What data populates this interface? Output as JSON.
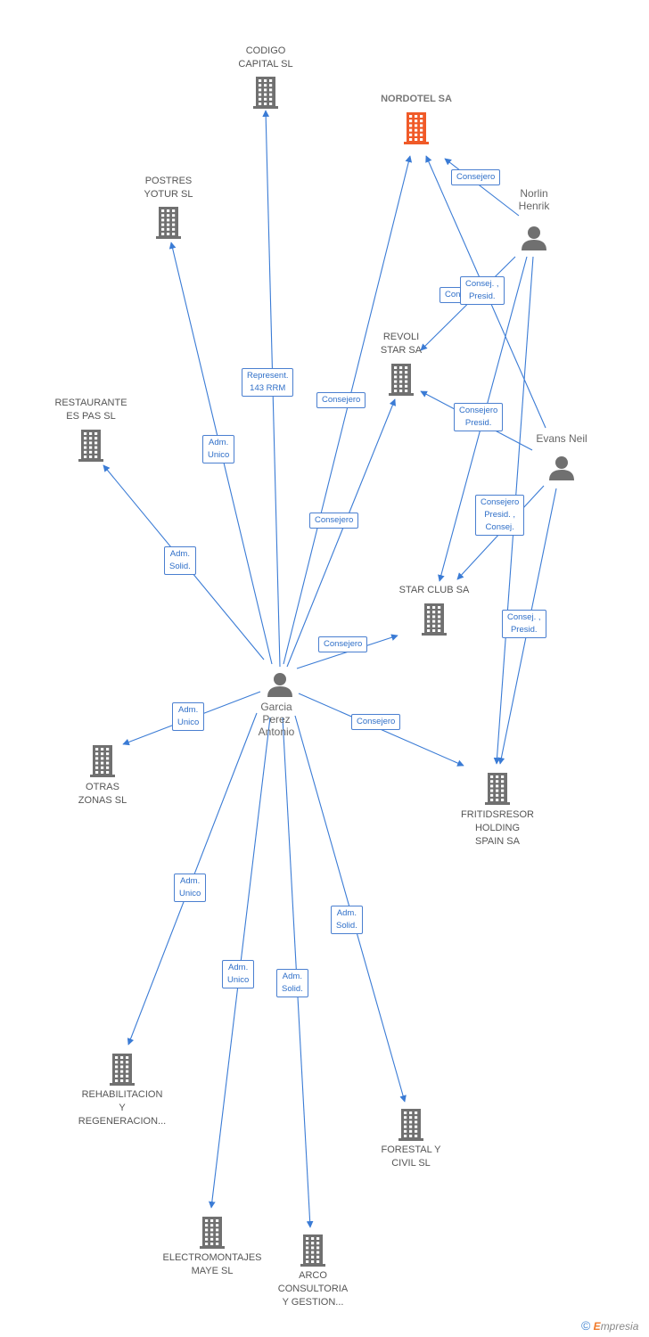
{
  "colors": {
    "edge": "#3a7bd5",
    "building": "#707070",
    "main_building": "#f05a28",
    "person": "#707070"
  },
  "nodes": {
    "codigo": {
      "type": "company",
      "label_lines": [
        "CODIGO",
        "CAPITAL SL"
      ]
    },
    "nordotel": {
      "type": "company",
      "main": true,
      "label_lines": [
        "NORDOTEL SA"
      ]
    },
    "postres": {
      "type": "company",
      "label_lines": [
        "POSTRES",
        "YOTUR SL"
      ]
    },
    "norlin": {
      "type": "person",
      "label_lines": [
        "Norlin",
        "Henrik"
      ]
    },
    "revoli": {
      "type": "company",
      "label_lines": [
        "REVOLI",
        "STAR SA"
      ]
    },
    "restaurante": {
      "type": "company",
      "label_lines": [
        "RESTAURANTE",
        "ES PAS SL"
      ]
    },
    "evans": {
      "type": "person",
      "label_lines": [
        "Evans Neil"
      ]
    },
    "starclub": {
      "type": "company",
      "label_lines": [
        "STAR CLUB SA"
      ]
    },
    "garcia": {
      "type": "person",
      "label_lines": [
        "Garcia",
        "Perez",
        "Antonio"
      ]
    },
    "otras": {
      "type": "company",
      "label_lines": [
        "OTRAS",
        "ZONAS SL"
      ]
    },
    "fritids": {
      "type": "company",
      "label_lines": [
        "FRITIDSRESOR",
        "HOLDING",
        "SPAIN SA"
      ]
    },
    "rehab": {
      "type": "company",
      "label_lines": [
        "REHABILITACION",
        "Y",
        "REGENERACION..."
      ]
    },
    "forestal": {
      "type": "company",
      "label_lines": [
        "FORESTAL Y",
        "CIVIL SL"
      ]
    },
    "electro": {
      "type": "company",
      "label_lines": [
        "ELECTROMONTAJES",
        "MAYE SL"
      ]
    },
    "arco": {
      "type": "company",
      "label_lines": [
        "ARCO",
        "CONSULTORIA",
        "Y GESTION..."
      ]
    }
  },
  "edges": [
    {
      "from": "garcia",
      "to": "codigo",
      "label_lines": [
        "Represent.",
        "143 RRM"
      ]
    },
    {
      "from": "garcia",
      "to": "postres",
      "label_lines": [
        "Adm.",
        "Unico"
      ]
    },
    {
      "from": "garcia",
      "to": "restaurante",
      "label_lines": [
        "Adm.",
        "Solid."
      ]
    },
    {
      "from": "garcia",
      "to": "nordotel",
      "label_lines": [
        "Consejero"
      ]
    },
    {
      "from": "garcia",
      "to": "revoli",
      "label_lines": [
        "Consejero"
      ]
    },
    {
      "from": "garcia",
      "to": "starclub",
      "label_lines": [
        "Consejero"
      ]
    },
    {
      "from": "garcia",
      "to": "otras",
      "label_lines": [
        "Adm.",
        "Unico"
      ]
    },
    {
      "from": "garcia",
      "to": "fritids",
      "label_lines": [
        "Consejero"
      ]
    },
    {
      "from": "garcia",
      "to": "rehab",
      "label_lines": [
        "Adm.",
        "Unico"
      ]
    },
    {
      "from": "garcia",
      "to": "electro",
      "label_lines": [
        "Adm.",
        "Unico"
      ]
    },
    {
      "from": "garcia",
      "to": "arco",
      "label_lines": [
        "Adm.",
        "Solid."
      ]
    },
    {
      "from": "garcia",
      "to": "forestal",
      "label_lines": [
        "Adm.",
        "Solid."
      ]
    },
    {
      "from": "norlin",
      "to": "nordotel",
      "label_lines": [
        "Consejero"
      ]
    },
    {
      "from": "norlin",
      "to": "revoli",
      "label_lines": [
        "Consejero"
      ]
    },
    {
      "from": "norlin",
      "to": "starclub",
      "label_lines": [
        "Consej. ,",
        "Presid."
      ]
    },
    {
      "from": "norlin",
      "to": "fritids",
      "label_lines": []
    },
    {
      "from": "evans",
      "to": "nordotel",
      "label_lines": []
    },
    {
      "from": "evans",
      "to": "revoli",
      "label_lines": [
        "Consejero",
        "Presid."
      ]
    },
    {
      "from": "evans",
      "to": "starclub",
      "label_lines": [
        "Consejero",
        "Presid. ,",
        "Consej."
      ]
    },
    {
      "from": "evans",
      "to": "fritids",
      "label_lines": [
        "Consej. ,",
        "Presid."
      ]
    }
  ],
  "brand": {
    "copyright": "©",
    "initial": "E",
    "rest": "mpresia"
  }
}
